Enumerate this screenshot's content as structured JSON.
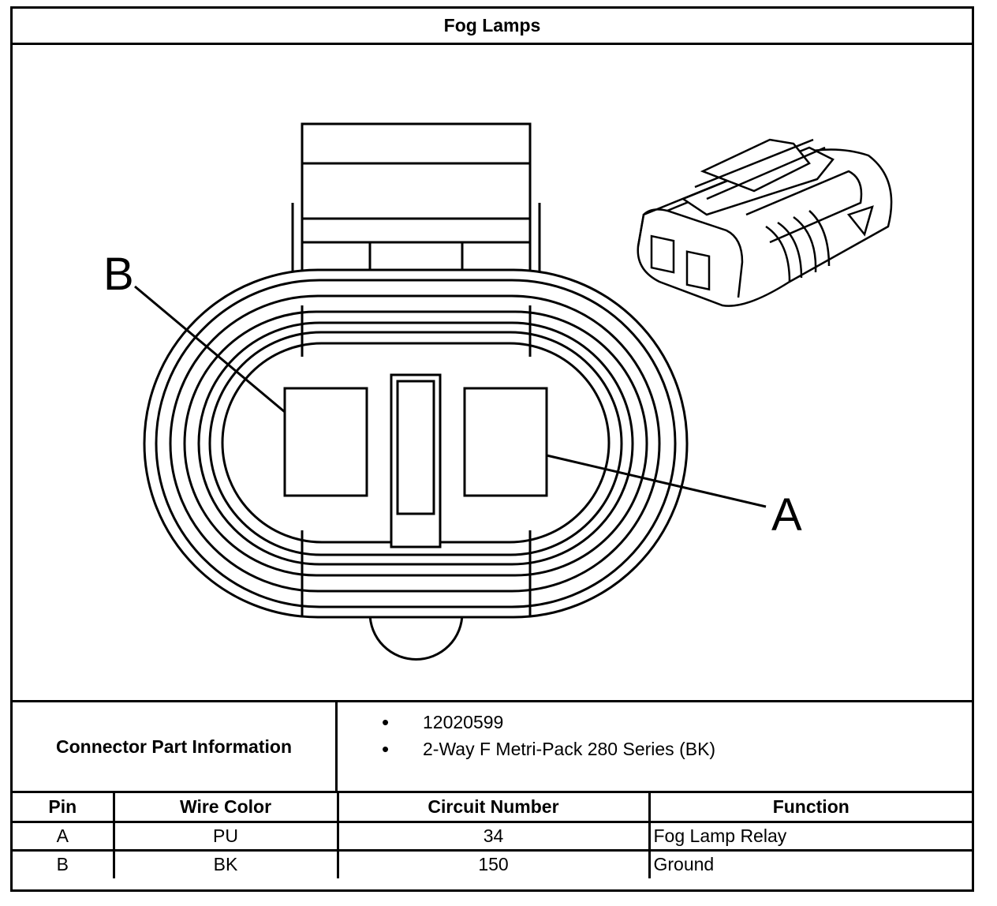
{
  "title": "Fog Lamps",
  "diagram": {
    "pin_labels": [
      "B",
      "A"
    ]
  },
  "connector_info": {
    "label": "Connector Part Information",
    "items": [
      "12020599",
      "2-Way F Metri-Pack 280 Series (BK)"
    ]
  },
  "pin_table": {
    "headers": [
      "Pin",
      "Wire Color",
      "Circuit Number",
      "Function"
    ],
    "rows": [
      [
        "A",
        "PU",
        "34",
        "Fog Lamp Relay"
      ],
      [
        "B",
        "BK",
        "150",
        "Ground"
      ]
    ]
  }
}
